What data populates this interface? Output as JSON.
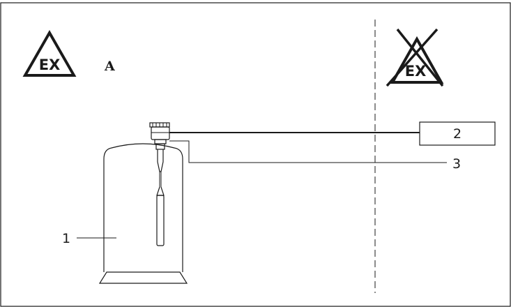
{
  "hazard_zone": {
    "symbol_text": "EX",
    "label": "A"
  },
  "safe_zone": {
    "symbol_text": "EX"
  },
  "callouts": {
    "vessel": "1",
    "unit": "2",
    "cable": "3"
  },
  "colors": {
    "line": "#1a1a1a",
    "background": "#ffffff"
  },
  "icons": [
    "ex-hazard-triangle-icon",
    "ex-crossed-triangle-icon"
  ]
}
